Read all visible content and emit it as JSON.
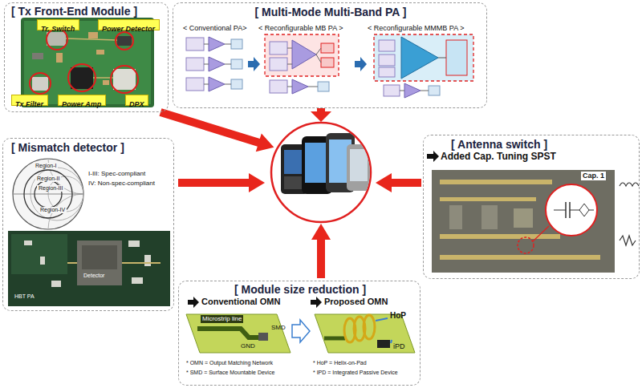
{
  "diagram": {
    "nodes": [
      {
        "text": [
          "[ Tx Front-End Module ]"
        ]
      },
      {
        "text": [
          "Tr. Switch"
        ],
        "in": 0
      },
      {
        "text": [
          "Power Detector"
        ],
        "in": 0
      },
      {
        "text": [
          "Tx Filter"
        ],
        "in": 0
      },
      {
        "text": [
          "Power Amp"
        ],
        "in": 0
      },
      {
        "text": [
          "DPX"
        ],
        "in": 0
      },
      {
        "text": [
          "[ Multi-Mode Multi-Band PA ]"
        ]
      },
      {
        "text": [
          "[ Mismatch detector ]"
        ]
      },
      {
        "text": [
          "[ Antenna switch ]"
        ]
      },
      {
        "text": [
          "[ Module size reduction ]"
        ]
      }
    ],
    "labels": [
      "< Conventional PA>",
      "< Reconfigurable MB PA >",
      "< Reconfigurable MMMB PA >",
      "Region-I",
      "Region-II",
      "Region-III",
      "Region-IV",
      "I-III: Spec-compliant",
      "IV: Non-spec-compliant",
      "HBT PA",
      "Detector",
      "Added Cap. Tuning SPST",
      "Cap. 1",
      "Conventional OMN",
      "Proposed OMN",
      "Microstrip line",
      "SMD",
      "GND",
      "HoP",
      "iPD",
      "* OMN = Output Matching Network",
      "* SMD = Surface Mountable Device",
      "* HoP = Helix-on-Pad",
      "* IPD = Integrated Passive Device"
    ]
  }
}
